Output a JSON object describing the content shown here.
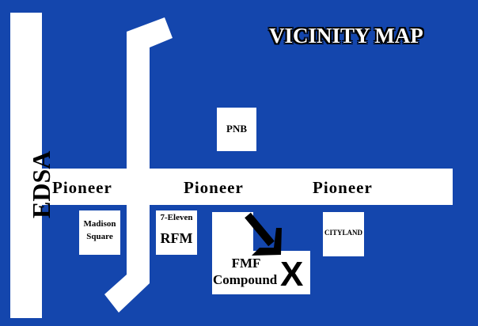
{
  "title": "VICINITY MAP",
  "roads": {
    "edsa": "EDSA",
    "pioneer": [
      "Pioneer",
      "Pioneer",
      "Pioneer"
    ]
  },
  "landmarks": {
    "pnb": "PNB",
    "madison": [
      "Madison",
      "Square"
    ],
    "seven_eleven": "7-Eleven",
    "rfm": "RFM",
    "cityland": "CITYLAND",
    "fmf": [
      "FMF",
      "Compound"
    ],
    "marker": "X"
  },
  "colors": {
    "background": "#1446ad",
    "road": "#ffffff",
    "marker": "#000000"
  }
}
